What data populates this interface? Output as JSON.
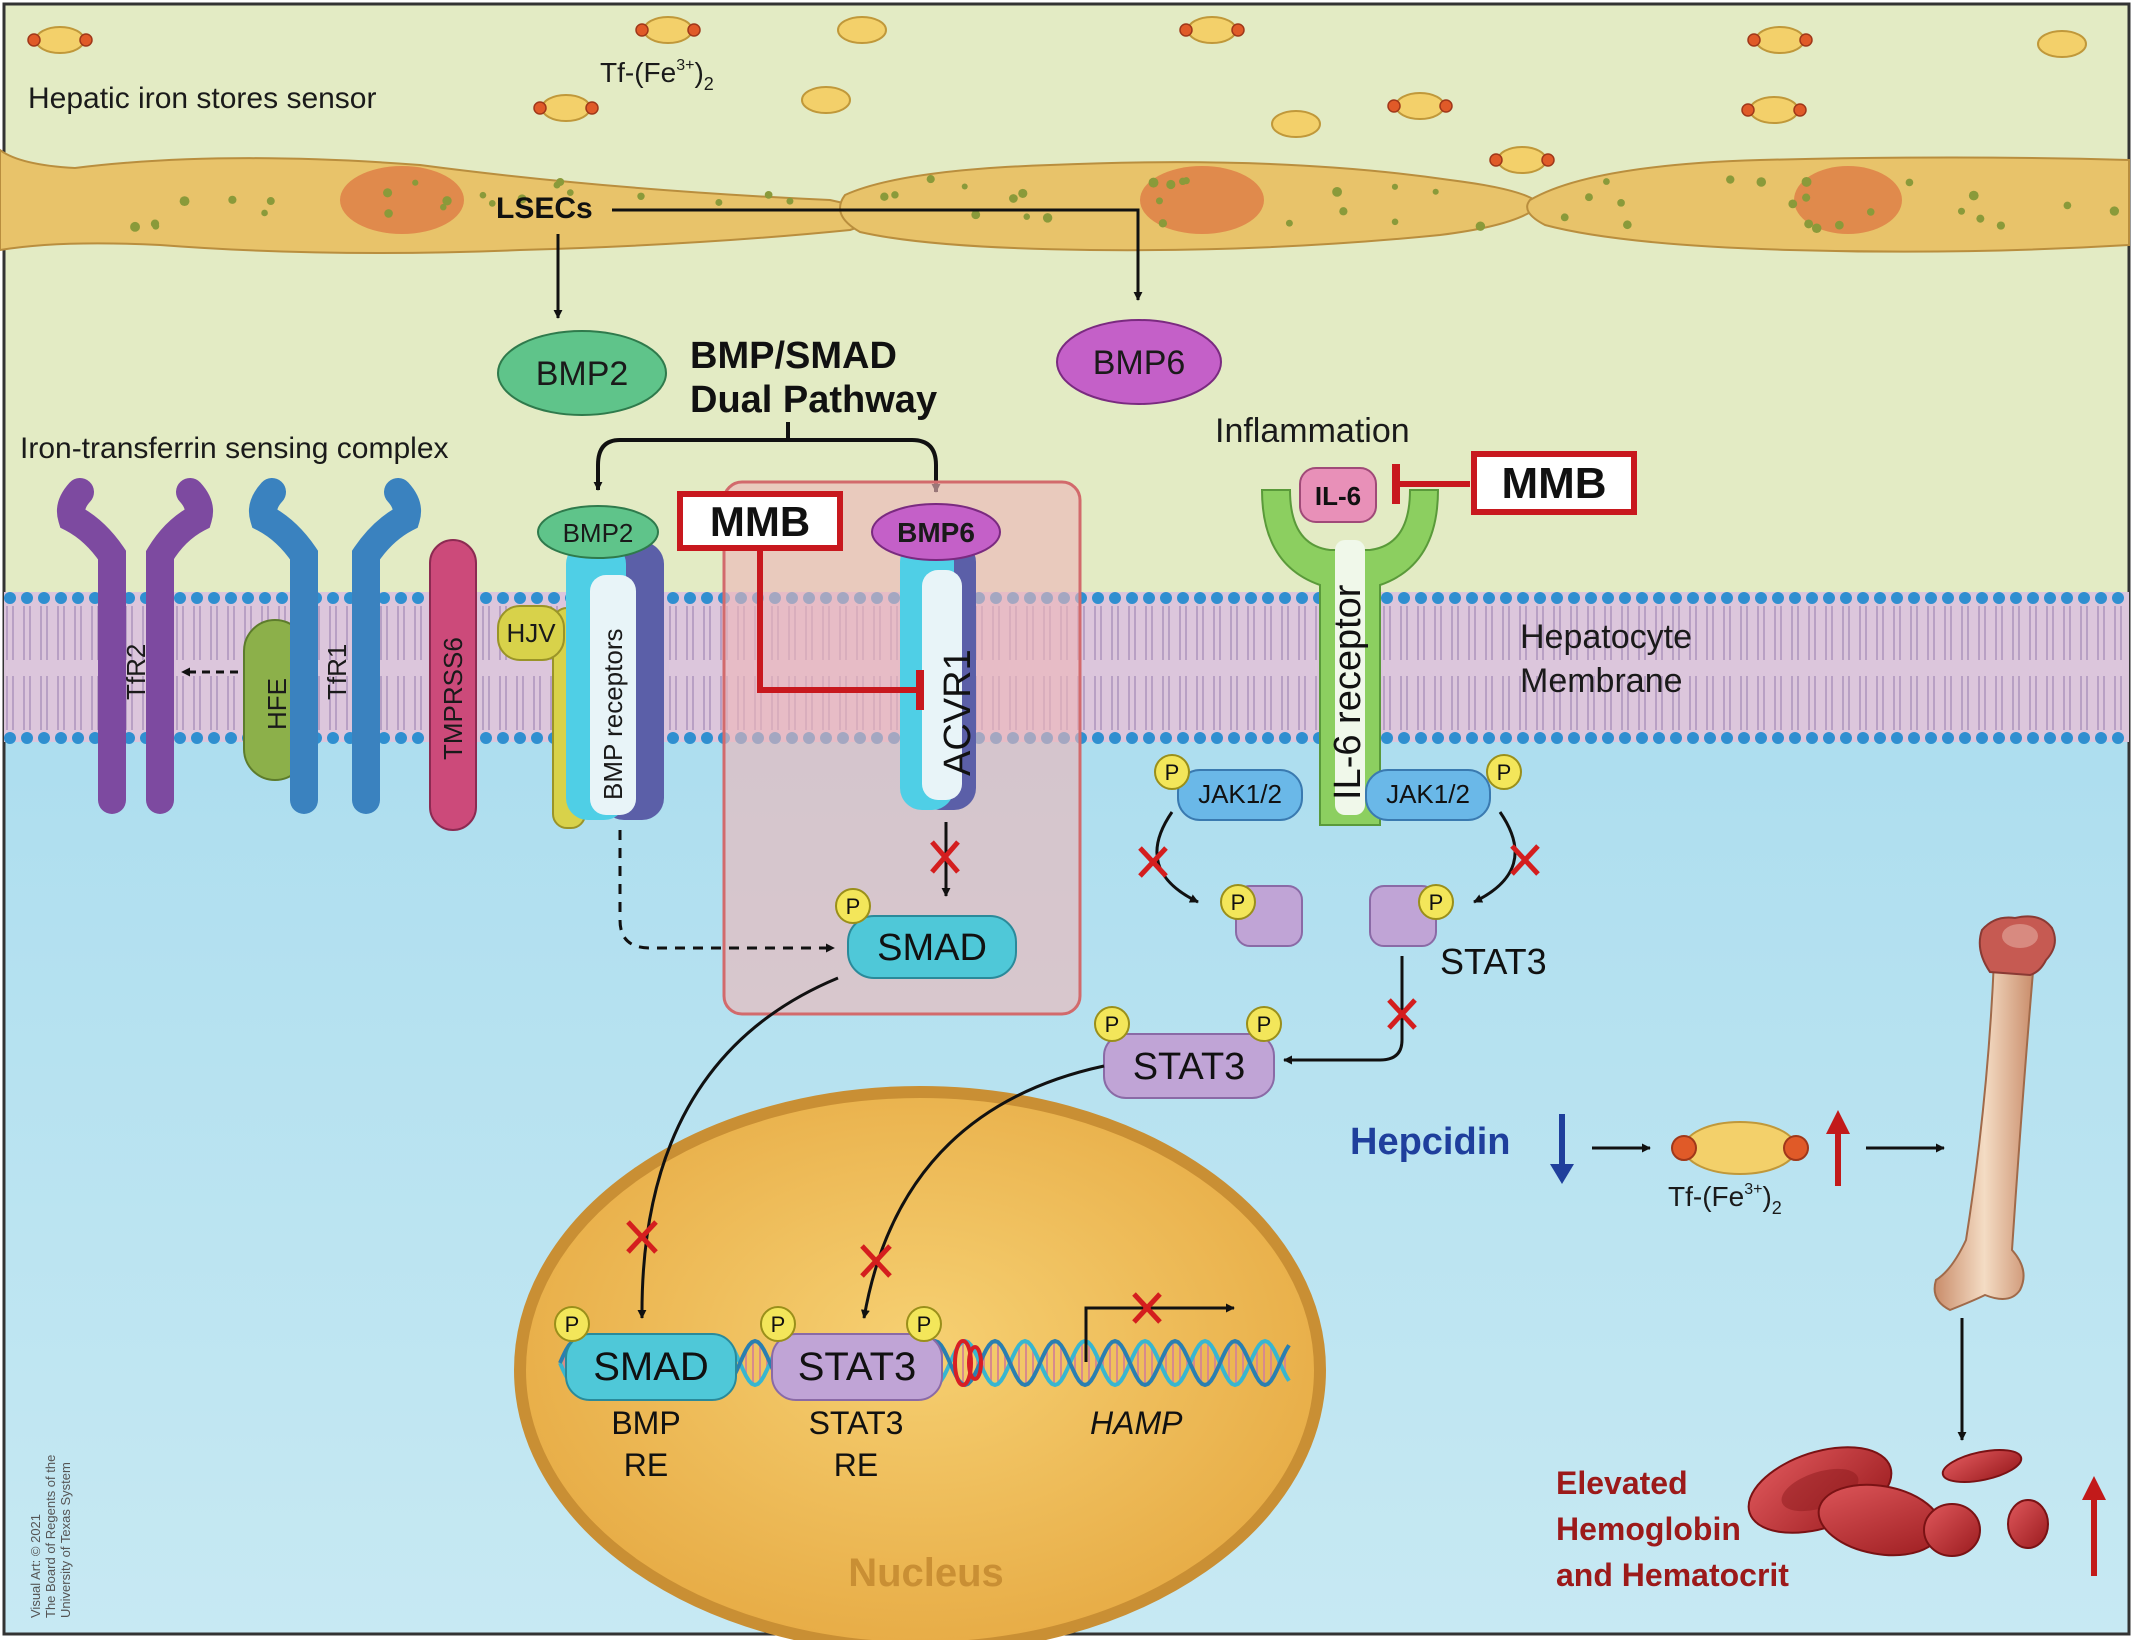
{
  "labels": {
    "hepatic_sensor": "Hepatic iron stores sensor",
    "tf_top": "Tf-(Fe",
    "tf_top_sup": "3+",
    "tf_top_close": ")",
    "tf_top_sub": "2",
    "lsecs": "LSECs",
    "bmp2": "BMP2",
    "bmp6": "BMP6",
    "pathway_line1": "BMP/SMAD",
    "pathway_line2": "Dual Pathway",
    "iron_complex": "Iron-transferrin sensing complex",
    "inflammation": "Inflammation",
    "mmb": "MMB",
    "il6": "IL-6",
    "il6_receptor": "IL-6 receptor",
    "hepatocyte_line1": "Hepatocyte",
    "hepatocyte_line2": "Membrane",
    "tfr2": "TfR2",
    "hfe": "HFE",
    "tfr1": "TfR1",
    "tmprss6": "TMPRSS6",
    "hjv": "HJV",
    "bmp_receptors": "BMP receptors",
    "acvr1": "ACVR1",
    "jak": "JAK1/2",
    "p": "P",
    "smad": "SMAD",
    "stat3": "STAT3",
    "hepcidin": "Hepcidin",
    "tf_bottom": "Tf-(Fe",
    "tf_bottom_sup": "3+",
    "tf_bottom_close": ")",
    "tf_bottom_sub": "2",
    "bmp_re_1": "BMP",
    "bmp_re_2": "RE",
    "stat3_re_1": "STAT3",
    "stat3_re_2": "RE",
    "hamp": "HAMP",
    "nucleus": "Nucleus",
    "elevated_1": "Elevated",
    "elevated_2": "Hemoglobin",
    "elevated_3": "and Hematocrit"
  },
  "credit": {
    "line1": "Visual Art: © 2021",
    "line2": "The Board of Regents of the",
    "line3": "University of Texas System"
  },
  "colors": {
    "top_background": "#e3ebc4",
    "lower_background": "#a9dcee",
    "membrane": "#dcc6dc",
    "membrane_dots": "#2f8fd0",
    "cell": "#e8c36a",
    "cell_nucleus": "#e08a4c",
    "bmp2": "#5fc48a",
    "bmp6": "#c460c8",
    "tfr2": "#7d4aa0",
    "tfr1": "#3a82bf",
    "hfe": "#8cb04a",
    "tmprss6": "#cc4a7a",
    "hjv": "#d8d24a",
    "receptor_cyan": "#4fcfe6",
    "receptor_dark": "#5b5fa8",
    "smad": "#4fc8d8",
    "stat3": "#c0a4d6",
    "jak": "#6ab8e8",
    "p_badge": "#f3e65a",
    "il6": "#e890b8",
    "il6_receptor": "#8ccf60",
    "mmb_border": "#c8181e",
    "nucleus": "#e9b24a",
    "nucleus_border": "#c98f34",
    "highlight_box": "#eeb6b8",
    "hepcidin_text": "#1f3f9c",
    "red_arrow": "#c21a1a",
    "elevated_text": "#9c1a1a",
    "x_mark": "#d41e1e"
  }
}
